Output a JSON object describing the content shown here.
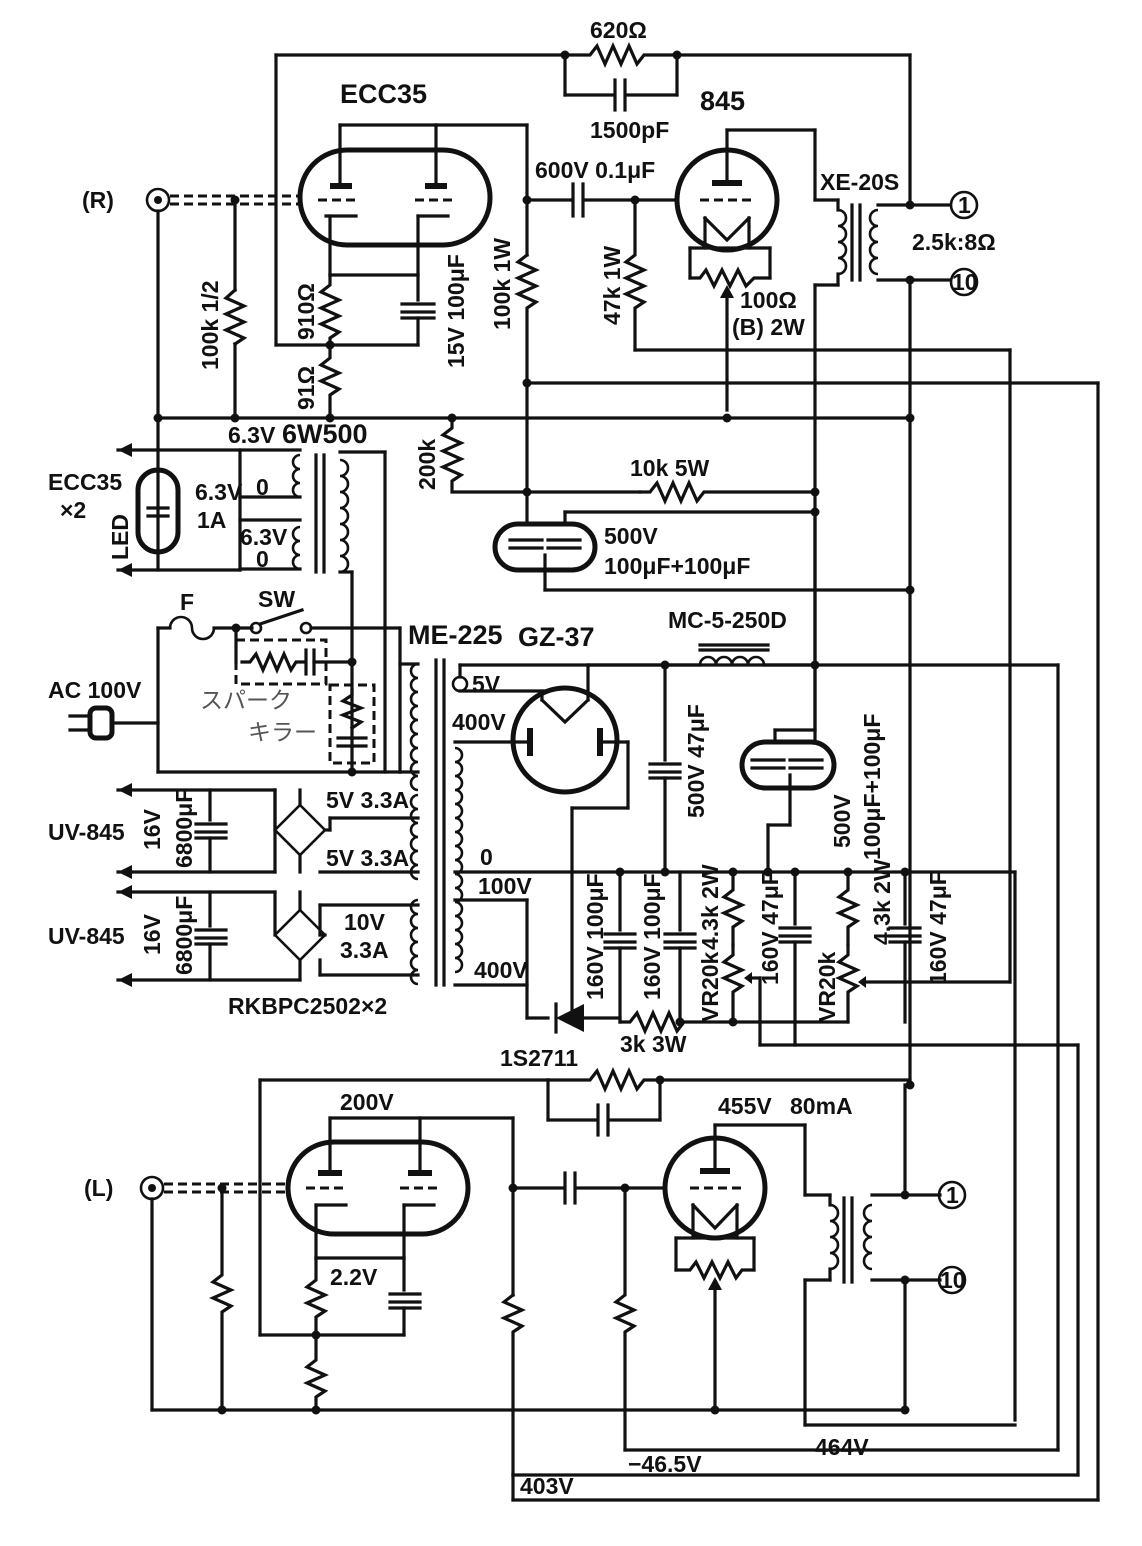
{
  "right_channel": {
    "input": "(R)",
    "driver_tube": "ECC35",
    "output_tube": "845",
    "feedback_resistor": "620Ω",
    "feedback_cap": "1500pF",
    "coupling_cap": "600V 0.1μF",
    "grid_resistor": "100k 1/2",
    "cathode_r1": "910Ω",
    "cathode_r2": "91Ω",
    "cathode_cap": "15V 100μF",
    "plate_resistor": "100k 1W",
    "grid_leak": "47k 1W",
    "hum_pot": "100Ω",
    "hum_pot_spec": "(B) 2W",
    "output_transformer": "XE-20S",
    "ot_ratio": "2.5k:8Ω",
    "terminal_1": "1",
    "terminal_10": "10"
  },
  "power_supply": {
    "heater_transformer": "6W500",
    "heater_tap_top": "6.3V",
    "heater_tap_mid_v": "6.3V",
    "heater_tap_mid_0": "0",
    "heater_tap_bot_v": "6.3V",
    "heater_tap_bot_0": "0",
    "heater_load": "ECC35",
    "heater_load_count": "×2",
    "led": "LED",
    "heater_rating_v": "6.3V",
    "heater_rating_a": "1A",
    "dropping_resistor": "200k",
    "decoupling_resistor": "10k 5W",
    "block_cap_1_v": "500V",
    "block_cap_1_c": "100μF+100μF",
    "fuse": "F",
    "switch": "SW",
    "mains": "AC 100V",
    "spark_killer_1": "スパーク",
    "spark_killer_2": "キラー",
    "power_transformer": "ME-225",
    "rectifier": "GZ-37",
    "choke": "MC-5-250D",
    "tap_5v": "5V",
    "tap_400v_top": "400V",
    "tap_0": "0",
    "tap_100v": "100V",
    "tap_400v_bot": "400V",
    "filament_5v_a": "5V 3.3A",
    "filament_5v_b": "5V 3.3A",
    "filament_10v_a": "10V",
    "filament_10v_b": "3.3A",
    "filament_load_1": "UV-845",
    "filament_load_2": "UV-845",
    "filament_cap_v": "16V",
    "filament_cap_c": "6800μF",
    "bridge": "RKBPC2502×2",
    "filter_cap_1": "500V 47μF",
    "block_cap_2_v": "500V",
    "block_cap_2_c": "100μF+100μF",
    "bias_diode": "1S2711",
    "bias_resistor": "3k 3W",
    "bias_cap_1": "160V 100μF",
    "bias_cap_2": "160V 100μF",
    "bias_r1": "4.3k 2W",
    "bias_pot_1": "VR20k",
    "bias_cap_3": "160V 47μF",
    "bias_r2": "4.3k 2W",
    "bias_pot_2": "VR20k",
    "bias_cap_4": "160V 47μF"
  },
  "left_channel": {
    "input": "(L)",
    "v_plate_driver": "200V",
    "v_cathode": "2.2V",
    "v_plate_845": "455V",
    "i_845": "80mA",
    "v_b_plus": "464V",
    "v_bias": "−46.5V",
    "v_driver_supply": "403V",
    "terminal_1": "1",
    "terminal_10": "10"
  }
}
